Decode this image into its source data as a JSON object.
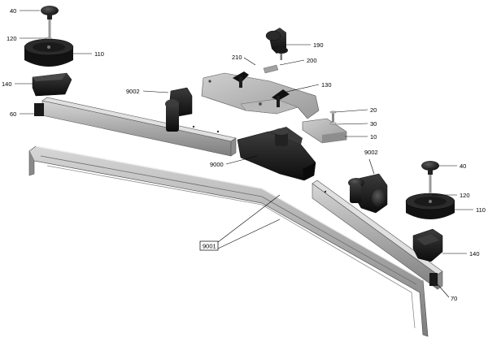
{
  "diagram": {
    "callouts": [
      {
        "id": "c40a",
        "text": "40"
      },
      {
        "id": "c120a",
        "text": "120"
      },
      {
        "id": "c110a",
        "text": "110"
      },
      {
        "id": "c140a",
        "text": "140"
      },
      {
        "id": "c60",
        "text": "60"
      },
      {
        "id": "c9002a",
        "text": "9002"
      },
      {
        "id": "c210",
        "text": "210"
      },
      {
        "id": "c200",
        "text": "200"
      },
      {
        "id": "c190",
        "text": "190"
      },
      {
        "id": "c130",
        "text": "130"
      },
      {
        "id": "c20",
        "text": "20"
      },
      {
        "id": "c30",
        "text": "30"
      },
      {
        "id": "c10",
        "text": "10"
      },
      {
        "id": "c9000",
        "text": "9000"
      },
      {
        "id": "c9002b",
        "text": "9002"
      },
      {
        "id": "c40b",
        "text": "40"
      },
      {
        "id": "c120b",
        "text": "120"
      },
      {
        "id": "c110b",
        "text": "110"
      },
      {
        "id": "c140b",
        "text": "140"
      },
      {
        "id": "c70",
        "text": "70"
      },
      {
        "id": "c9001",
        "text": "9001"
      }
    ]
  }
}
